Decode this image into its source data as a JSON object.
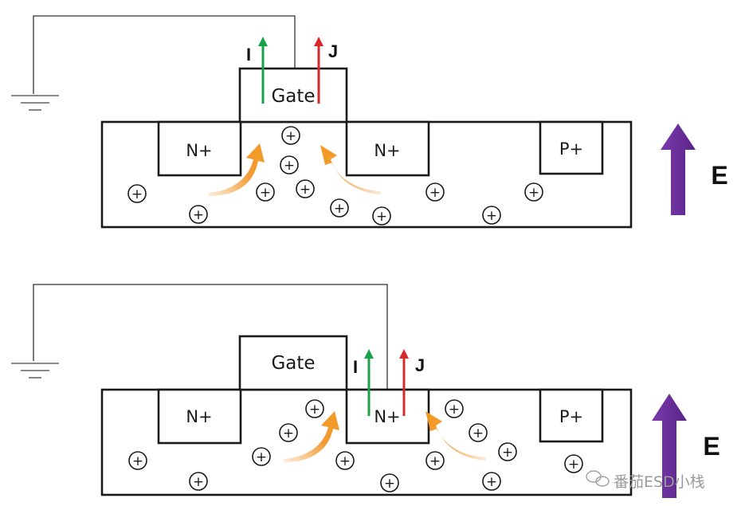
{
  "panel_top": {
    "gate_label": "Gate",
    "left_region": "N+",
    "right_region": "N+",
    "body_contact": "P+",
    "current_i": "I",
    "current_j": "J",
    "field_label": "E"
  },
  "panel_bottom": {
    "gate_label": "Gate",
    "left_region": "N+",
    "right_region": "N+",
    "body_contact": "P+",
    "current_i": "I",
    "current_j": "J",
    "field_label": "E"
  },
  "charge_symbol": "+",
  "watermark": "番茄ESD小栈",
  "colors": {
    "line": "#1a1a1a",
    "current_i": "#1aa24a",
    "current_j": "#d42a2a",
    "field_arrow": "#6a2d9a",
    "flow_arrow": "#f0901e",
    "watermark": "#9a9a9a"
  }
}
